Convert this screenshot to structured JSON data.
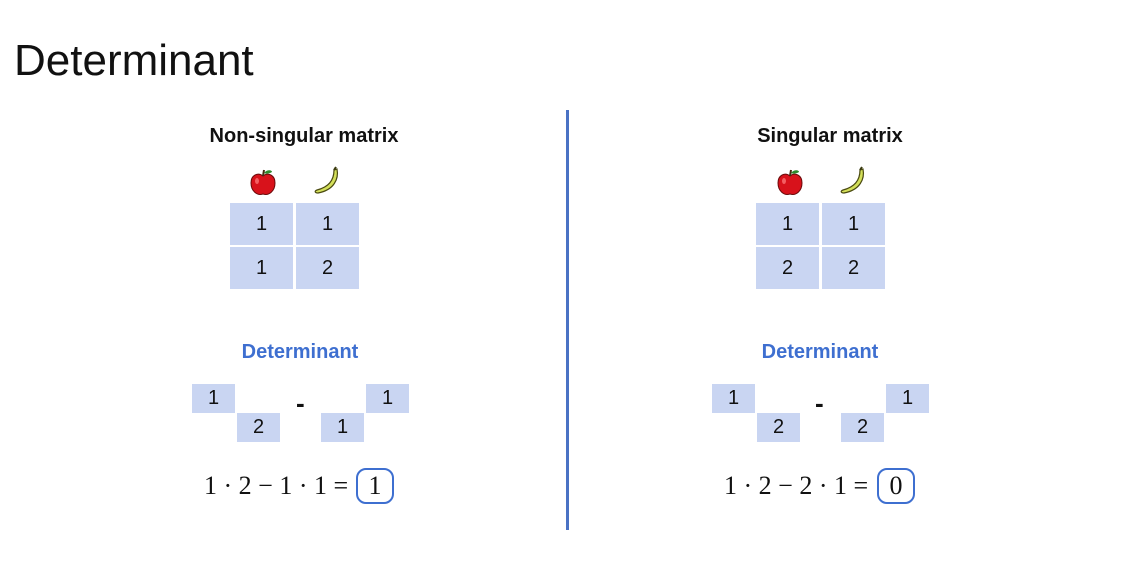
{
  "title": "Determinant",
  "colors": {
    "accent": "#3e6fd0",
    "cell": "#c9d5f2",
    "divider": "#4a72c4"
  },
  "icons": {
    "col1": "apple-icon",
    "col2": "banana-icon"
  },
  "panels": [
    {
      "title": "Non-singular matrix",
      "matrix": [
        [
          "1",
          "1"
        ],
        [
          "1",
          "2"
        ]
      ],
      "det_label": "Determinant",
      "diag_main": [
        "1",
        "2"
      ],
      "minus": "-",
      "diag_anti": [
        "1",
        "1"
      ],
      "equation": "1 · 2 − 1 · 1 =",
      "result": "1"
    },
    {
      "title": "Singular matrix",
      "matrix": [
        [
          "1",
          "1"
        ],
        [
          "2",
          "2"
        ]
      ],
      "det_label": "Determinant",
      "diag_main": [
        "1",
        "2"
      ],
      "minus": "-",
      "diag_anti": [
        "1",
        "2"
      ],
      "equation": "1 · 2 − 2 · 1 =",
      "result": "0"
    }
  ]
}
